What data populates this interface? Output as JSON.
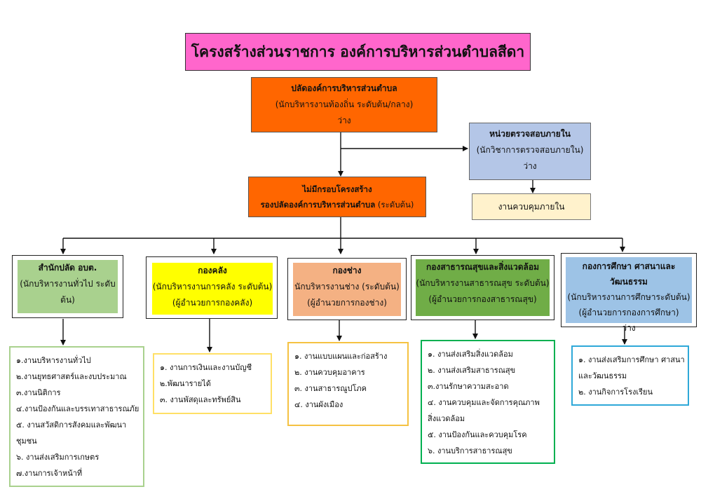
{
  "title": "โครงสร้างส่วนราชการ องค์การบริหารส่วนตำบลสีดา",
  "chief": {
    "name": "ปลัดองค์การบริหารส่วนตำบล",
    "position": "(นักบริหารงานท้องถิ่น ระดับต้น/กลาง)",
    "status": "ว่าง"
  },
  "audit": {
    "name": "หน่วยตรวจสอบภายใน",
    "position": "(นักวิชาการตรวจสอบภายใน)",
    "status": "ว่าง",
    "task": "งานควบคุมภายใน"
  },
  "deputy": {
    "note": "ไม่มีกรอบโครงสร้าง",
    "name": "รองปลัดองค์การบริหารส่วนตำบล",
    "level": "(ระดับต้น)"
  },
  "departments": [
    {
      "name": "สำนักปลัด อบต.",
      "lines": [
        "(นักบริหารงานทั่วไป ระดับ",
        "ต้น)"
      ],
      "color": "#a9d18e",
      "tasks": [
        "๑.งานบริหารงานทั่วไป",
        "๒.งานยุทธศาสตร์และงบประมาณ",
        "๓.งานนิติการ",
        "๔.งานป้องกันและบรรเทาสาธารณภัย",
        "๕. งานสวัสดิการสังคมและพัฒนา",
        "ชุมชน",
        "๖. งานส่งเสริมการเกษตร",
        "๗.งานการเจ้าหน้าที่"
      ],
      "task_border": "#a9d18e"
    },
    {
      "name": "กองคลัง",
      "lines": [
        "(นักบริหารงานการคลัง ระดับต้น)",
        "(ผู้อำนวยการกองคลัง)"
      ],
      "color": "#ffff00",
      "tasks": [
        "๑. งานการเงินและงานบัญชี",
        "๒.พัฒนารายได้",
        "๓. งานพัสดุและทรัพย์สิน"
      ],
      "task_border": "#ffe066"
    },
    {
      "name": "กองช่าง",
      "lines": [
        "นักบริหารงานช่าง (ระดับต้น)",
        "(ผู้อำนวยการกองช่าง)"
      ],
      "color": "#f4b183",
      "tasks": [
        "๑. งานแบบแผนและก่อสร้าง",
        "๒. งานควบคุมอาคาร",
        "๓. งานสาธารณูปโภค",
        "๔. งานผังเมือง"
      ],
      "task_border": "#f5c242"
    },
    {
      "name": "กองสาธารณสุขและสิ่งแวดล้อม",
      "lines": [
        "(นักบริหารงานสาธารณสุข ระดับต้น)",
        "(ผู้อำนวยการกองสาธารณสุข)"
      ],
      "color": "#70ad47",
      "tasks": [
        "๑. งานส่งเสริมสิ่งแวดล้อม",
        "๒. งานส่งเสริมสาธารณสุข",
        "๓.งานรักษาความสะอาด",
        "๔. งานควบคุมและจัดการคุณภาพ",
        "สิ่งแวดล้อม",
        "๕. งานป้องกันและควบคุมโรค",
        "๖. งานบริการสาธารณสุข"
      ],
      "task_border": "#00b050"
    },
    {
      "name": "กองการศึกษา ศาสนาและวัฒนธรรม",
      "lines": [
        "(นักบริหารงานการศึกษาระดับต้น)",
        "(ผู้อำนวยการกองการศึกษา)",
        "ว่าง"
      ],
      "color": "#9dc3e6",
      "tasks": [
        "๑. งานส่งเสริมการศึกษา ศาสนา",
        "และวัฒนธรรม",
        "๒. งานกิจการโรงเรียน"
      ],
      "task_border": "#2ea8d8"
    }
  ]
}
